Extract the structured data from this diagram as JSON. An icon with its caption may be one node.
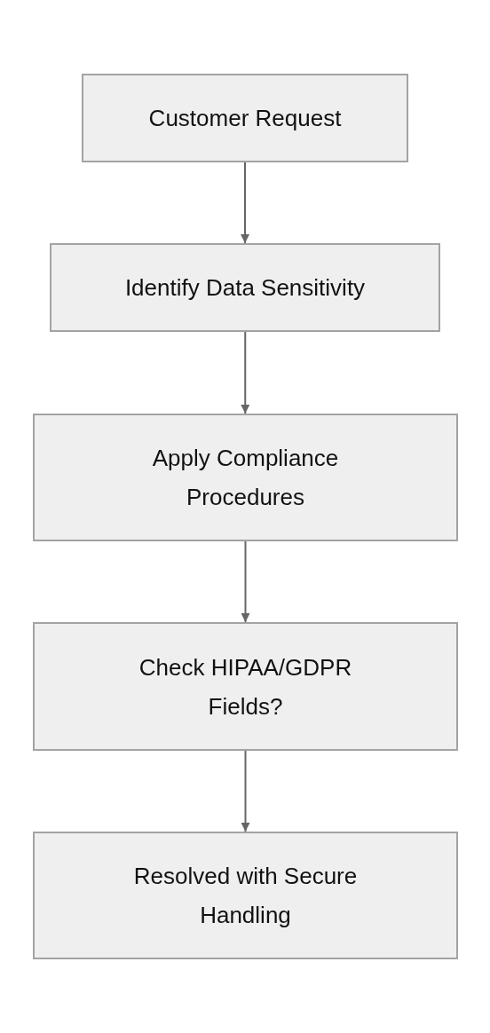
{
  "diagram": {
    "nodes": [
      {
        "text": [
          "Customer Request"
        ]
      },
      {
        "text": [
          "Identify Data Sensitivity"
        ]
      },
      {
        "text": [
          "Apply Compliance Procedures"
        ]
      },
      {
        "text": [
          "Check HIPAA/GDPR Fields?"
        ]
      },
      {
        "text": [
          "Resolved with Secure Handling"
        ]
      }
    ],
    "edges": [
      {
        "from": 0,
        "to": 1,
        "arrow": "to"
      },
      {
        "from": 1,
        "to": 2,
        "arrow": "to"
      },
      {
        "from": 2,
        "to": 3,
        "arrow": "to"
      },
      {
        "from": 3,
        "to": 4,
        "arrow": "to"
      }
    ]
  }
}
